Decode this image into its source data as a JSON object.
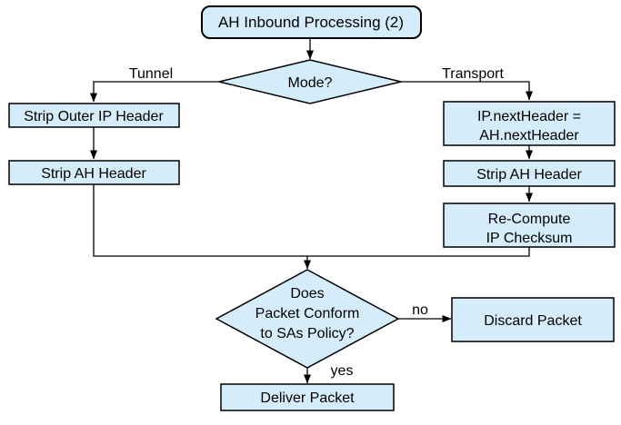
{
  "diagram": {
    "type": "flowchart",
    "title": "AH Inbound Processing (2)",
    "colors": {
      "node_fill": "#d5edfa",
      "node_border": "#000000",
      "connector": "#000000",
      "text": "#000000",
      "background": "#ffffff"
    },
    "nodes": {
      "start": {
        "label": "AH Inbound Processing (2)"
      },
      "mode": {
        "label": "Mode?"
      },
      "strip_outer_ip": {
        "label": "Strip Outer IP Header"
      },
      "strip_ah_tunnel": {
        "label": "Strip AH Header"
      },
      "set_next_header": {
        "line1": "IP.nextHeader =",
        "line2": "AH.nextHeader"
      },
      "strip_ah_transport": {
        "label": "Strip AH Header"
      },
      "recompute_checksum": {
        "line1": "Re-Compute",
        "line2": "IP Checksum"
      },
      "policy_check": {
        "line1": "Does",
        "line2": "Packet Conform",
        "line3": "to SAs Policy?"
      },
      "discard": {
        "label": "Discard Packet"
      },
      "deliver": {
        "label": "Deliver Packet"
      }
    },
    "edges": {
      "tunnel": {
        "label": "Tunnel"
      },
      "transport": {
        "label": "Transport"
      },
      "no": {
        "label": "no"
      },
      "yes": {
        "label": "yes"
      }
    }
  }
}
